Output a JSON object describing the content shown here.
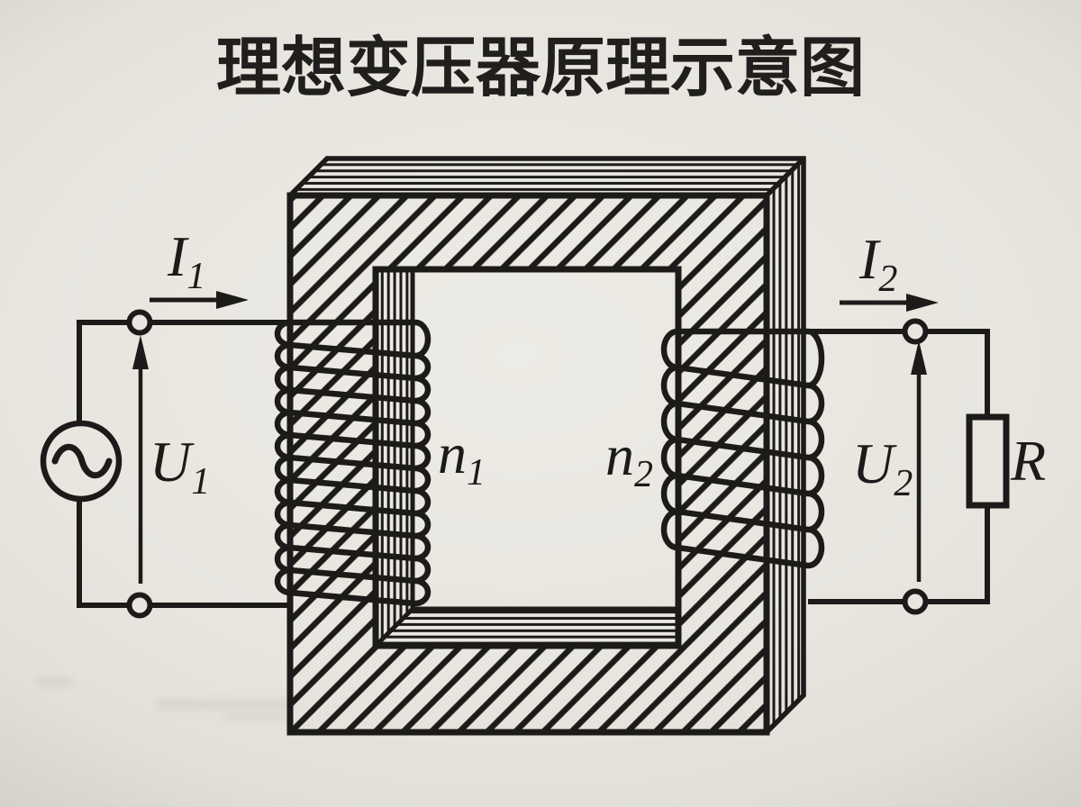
{
  "title": "理想变压器原理示意图",
  "labels": {
    "i1": {
      "base": "I",
      "sub": "1"
    },
    "u1": {
      "base": "U",
      "sub": "1"
    },
    "n1": {
      "base": "n",
      "sub": "1"
    },
    "n2": {
      "base": "n",
      "sub": "2"
    },
    "i2": {
      "base": "I",
      "sub": "2"
    },
    "u2": {
      "base": "U",
      "sub": "2"
    },
    "r": {
      "base": "R",
      "sub": ""
    }
  },
  "icons": {
    "source": "ac-source-icon",
    "terminal": "terminal-node",
    "core": "transformer-core",
    "primary_coil": "primary-winding",
    "secondary_coil": "secondary-winding",
    "resistor": "resistor-box"
  },
  "colors": {
    "ink": "#1c1b19",
    "paper": "#e9e6e0"
  }
}
